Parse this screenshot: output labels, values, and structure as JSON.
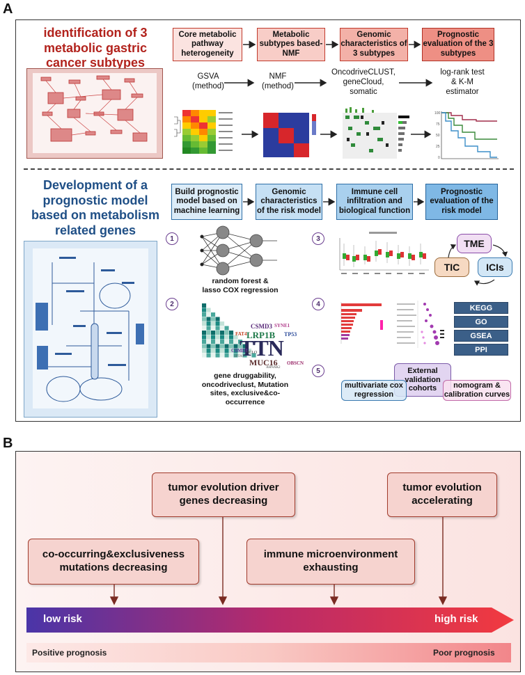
{
  "panel_a": {
    "letter": "A",
    "section1_title": "identification of 3 metabolic gastric cancer subtypes",
    "section1_steps": [
      "Core metabolic pathway heterogeneity",
      "Metabolic subtypes based-NMF",
      "Genomic characteristics of 3 subtypes",
      "Prognostic evaluation of the 3 subtypes"
    ],
    "section1_methods": [
      "GSVA (method)",
      "NMF (method)",
      "OncodriveCLUST, geneCloud, somatic",
      "log-rank test & K-M estimator"
    ],
    "section2_title": "Development of a prognostic model based on metabolism related genes",
    "section2_steps": [
      "Build prognostic model based on machine learning",
      "Genomic characteristics of the risk model",
      "Immune cell infiltration and biological function",
      "Prognostic evaluation of the risk model"
    ],
    "numbers": [
      "1",
      "2",
      "3",
      "4",
      "5"
    ],
    "caption1": "random forest & lasso COX regression",
    "caption2": "gene druggability, oncodriveclust, Mutation sites, exclusive&co-occurrence",
    "immune": {
      "tme": "TME",
      "tic": "TIC",
      "icis": "ICIs"
    },
    "enrichment_tags": [
      "KEGG",
      "GO",
      "GSEA",
      "PPI"
    ],
    "validation": {
      "external": "External validation cohorts",
      "multivariate": "multivariate cox regression",
      "nomogram": "nomogram & calibration curves"
    },
    "wordcloud": [
      "TTN",
      "MUC16",
      "LRP1B",
      "CSMD3",
      "SYNE1",
      "FAT4",
      "TP53",
      "CSMD1",
      "OBSCN",
      "SPTA1",
      "PCLO",
      "AHNAK2"
    ]
  },
  "panel_b": {
    "letter": "B",
    "events": [
      "tumor evolution driver genes decreasing",
      "tumor evolution accelerating",
      "co-occurring&exclusiveness mutations decreasing",
      "immune microenvironment exhausting"
    ],
    "risk_low": "low risk",
    "risk_high": "high risk",
    "prognosis_positive": "Positive prognosis",
    "prognosis_poor": "Poor prognosis"
  },
  "colors": {
    "section1_title": "#b2221c",
    "section2_title": "#1f4f86",
    "gradient_start": "#4a35a8",
    "gradient_end": "#f23a3f",
    "panel_b_bg": "#fbe8e6"
  }
}
